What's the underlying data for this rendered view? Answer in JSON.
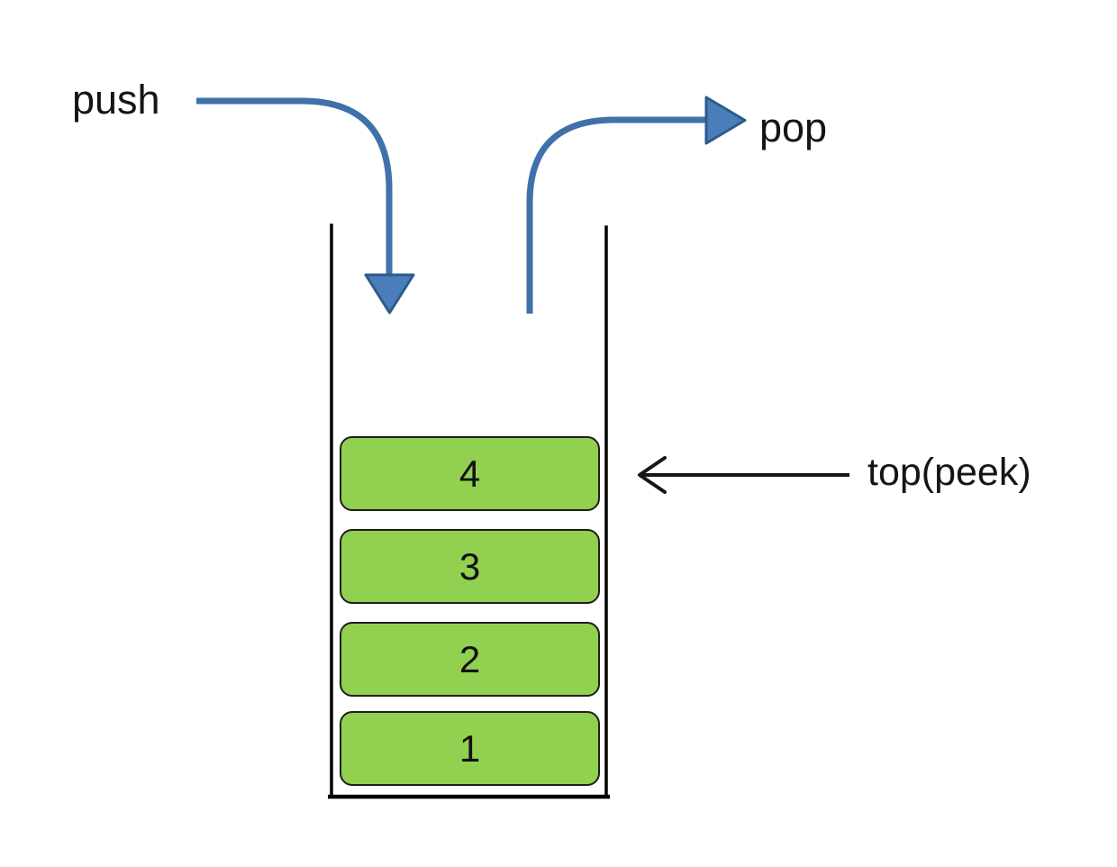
{
  "diagram": {
    "type": "stack-data-structure",
    "labels": {
      "push": "push",
      "pop": "pop",
      "top_peek": "top(peek)"
    },
    "stack": {
      "items": [
        {
          "value": "4",
          "role": "top-of-stack"
        },
        {
          "value": "3"
        },
        {
          "value": "2"
        },
        {
          "value": "1"
        }
      ]
    },
    "colors": {
      "arrow_blue_fill": "#4a7ebb",
      "arrow_blue_stroke": "#2e5a8c",
      "box_green": "#92d050",
      "box_border": "#1e1e1e",
      "container_outline": "#000000",
      "text": "#151515",
      "black_arrow": "#161616",
      "background": "#ffffff"
    }
  }
}
